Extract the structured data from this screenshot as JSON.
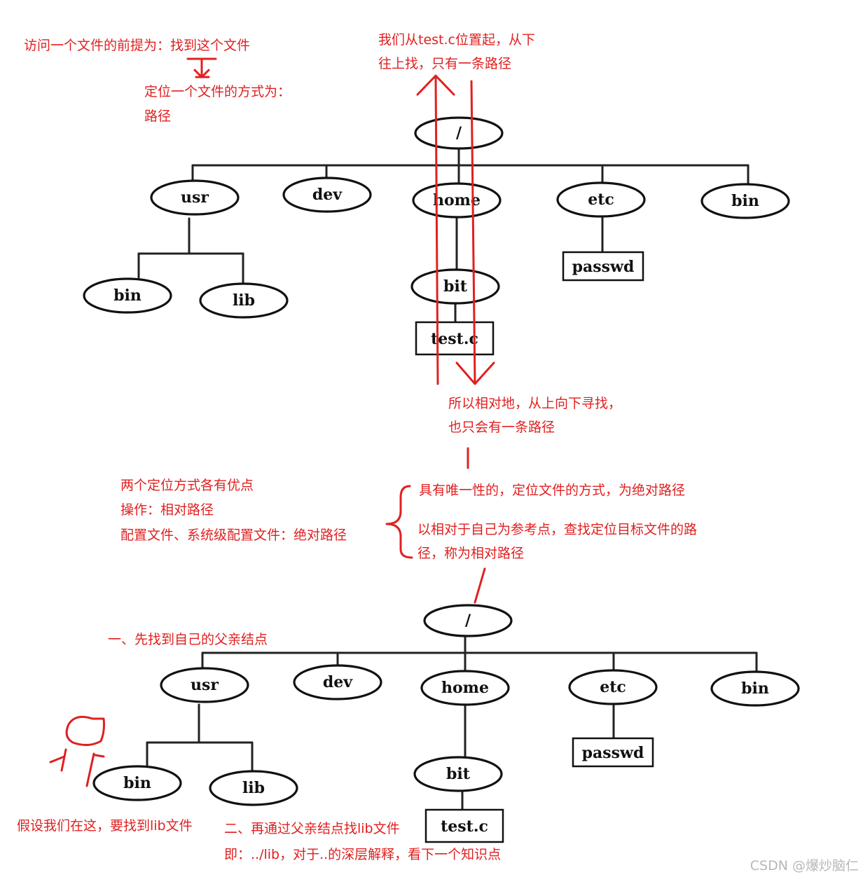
{
  "notes": {
    "access_premise": "访问一个文件的前提为：找到这个文件",
    "locate_method_1": "定位一个文件的方式为：",
    "locate_method_2": "路径",
    "upward_1": "我们从test.c位置起，从下",
    "upward_2": "往上找，只有一条路径",
    "downward_1": "所以相对地，从上向下寻找，",
    "downward_2": "也只会有一条路径",
    "pros_1": "两个定位方式各有优点",
    "pros_2": "操作：相对路径",
    "pros_3": "配置文件、系统级配置文件：绝对路径",
    "absolute_def": "具有唯一性的，定位文件的方式，为绝对路径",
    "relative_def_1": "以相对于自己为参考点，查找定位目标文件的路",
    "relative_def_2": "径，称为相对路径",
    "step1": "一、先找到自己的父亲结点",
    "assume": "假设我们在这，要找到lib文件",
    "step2": "二、再通过父亲结点找lib文件",
    "step2_example": "即：../lib，对于..的深层解释，看下一个知识点"
  },
  "tree": {
    "root": "/",
    "usr": "usr",
    "dev": "dev",
    "home": "home",
    "etc": "etc",
    "bin": "bin",
    "usr_bin": "bin",
    "usr_lib": "lib",
    "etc_passwd": "passwd",
    "home_bit": "bit",
    "bit_file": "test.c"
  },
  "watermark": "CSDN @爆炒脑仁",
  "colors": {
    "annotation": "#e02020",
    "tree_line": "#222222",
    "background": "#ffffff"
  }
}
